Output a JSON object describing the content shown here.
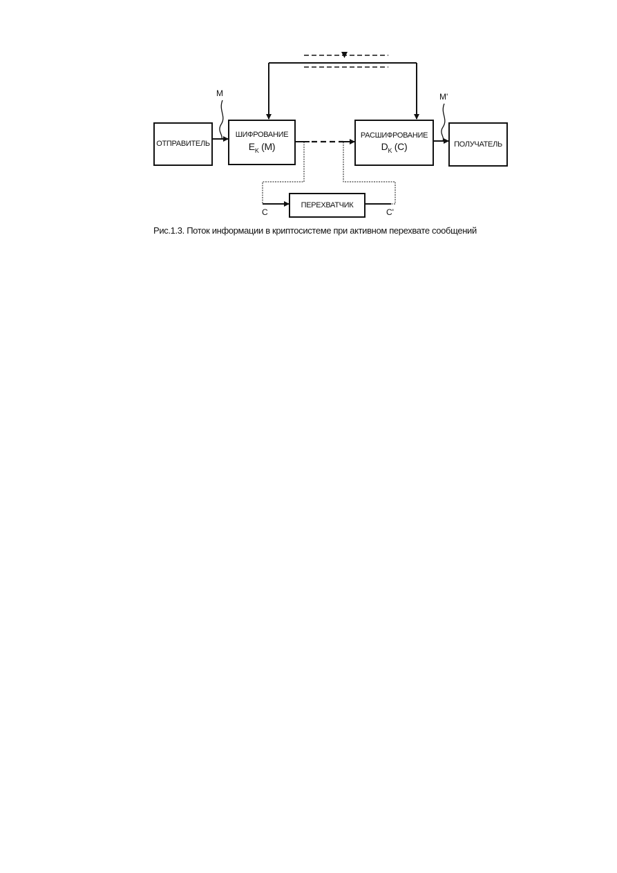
{
  "diagram": {
    "sender": "ОТПРАВИТЕЛЬ",
    "encryption": {
      "title": "ШИФРОВАНИЕ",
      "func": "E",
      "sub": "K",
      "arg": "(M)"
    },
    "decryption": {
      "title": "РАСШИФРОВАНИЕ",
      "func": "D",
      "sub": "K",
      "arg": "(C)"
    },
    "receiver": "ПОЛУЧАТЕЛЬ",
    "interceptor": "ПЕРЕХВАТЧИК",
    "labels": {
      "m_in": "M",
      "m_out": "M'",
      "c_in": "C",
      "c_out": "C'"
    }
  },
  "caption": "Рис.1.3. Поток информации в криптосистеме при активном перехвате сообщений"
}
